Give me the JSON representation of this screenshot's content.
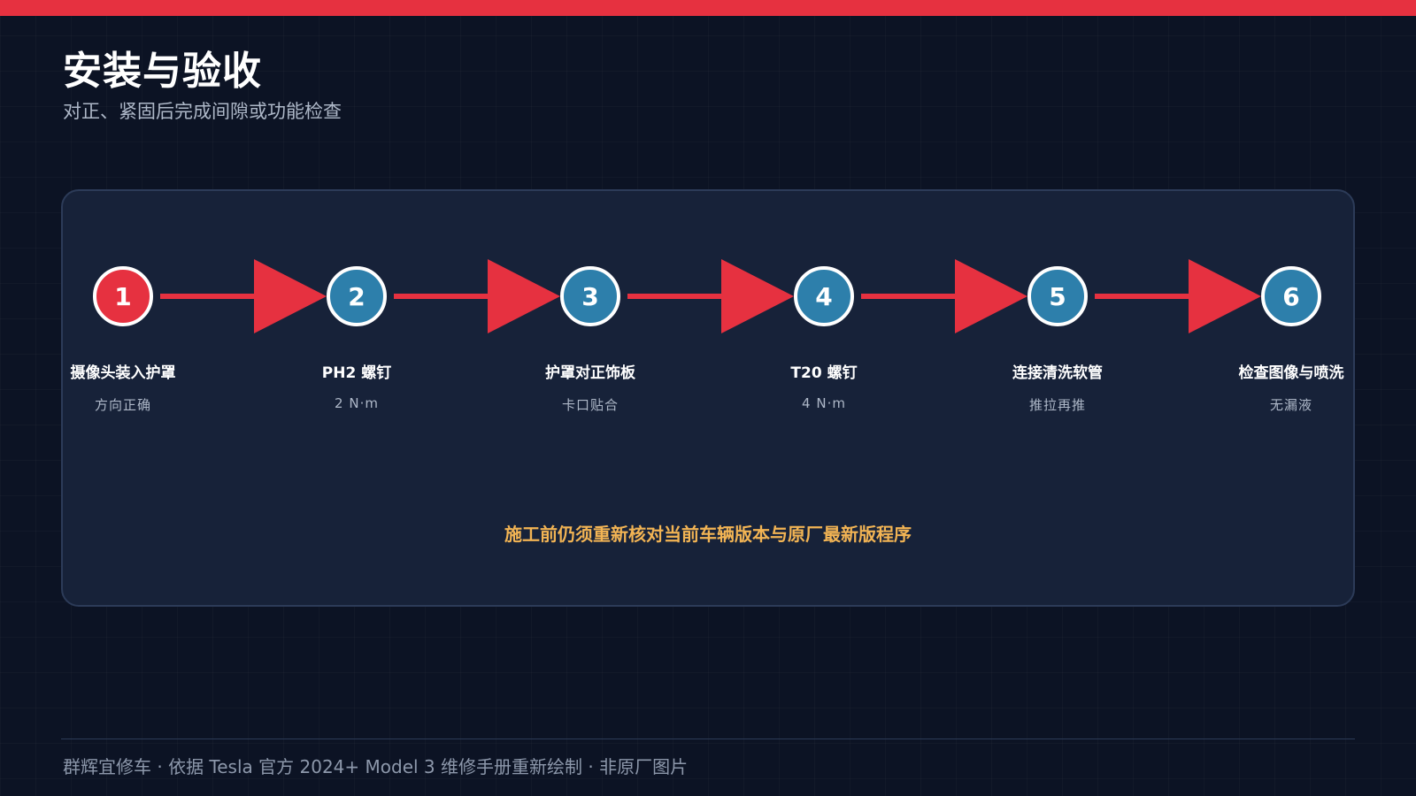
{
  "header": {
    "title": "安装与验收",
    "subtitle": "对正、紧固后完成间隙或功能检查"
  },
  "colors": {
    "accent": "#e63140",
    "step_blue": "#2d7fab",
    "panel": "#172239",
    "warning": "#f2b454"
  },
  "steps": [
    {
      "number": "1",
      "label": "摄像头装入护罩",
      "detail": "方向正确",
      "active": true
    },
    {
      "number": "2",
      "label": "PH2 螺钉",
      "detail": "2 N·m",
      "active": false
    },
    {
      "number": "3",
      "label": "护罩对正饰板",
      "detail": "卡口贴合",
      "active": false
    },
    {
      "number": "4",
      "label": "T20 螺钉",
      "detail": "4 N·m",
      "active": false
    },
    {
      "number": "5",
      "label": "连接清洗软管",
      "detail": "推拉再推",
      "active": false
    },
    {
      "number": "6",
      "label": "检查图像与喷洗",
      "detail": "无漏液",
      "active": false
    }
  ],
  "warning": "施工前仍须重新核对当前车辆版本与原厂最新版程序",
  "footer": "群辉宜修车 · 依据 Tesla 官方 2024+ Model 3 维修手册重新绘制 · 非原厂图片"
}
